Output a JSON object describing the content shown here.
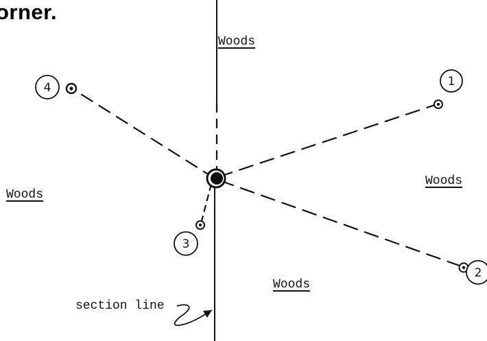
{
  "heading": "orner.",
  "labels": {
    "woods_top": "Woods",
    "woods_left": "Woods",
    "woods_right": "Woods",
    "woods_bottom": "Woods",
    "section_line": "section line"
  },
  "markers": [
    {
      "id": "marker-1",
      "label": "1"
    },
    {
      "id": "marker-2",
      "label": "2"
    },
    {
      "id": "marker-3",
      "label": "3"
    },
    {
      "id": "marker-4",
      "label": "4"
    }
  ],
  "colors": {
    "ink": "#111111",
    "paper": "#ffffff"
  }
}
